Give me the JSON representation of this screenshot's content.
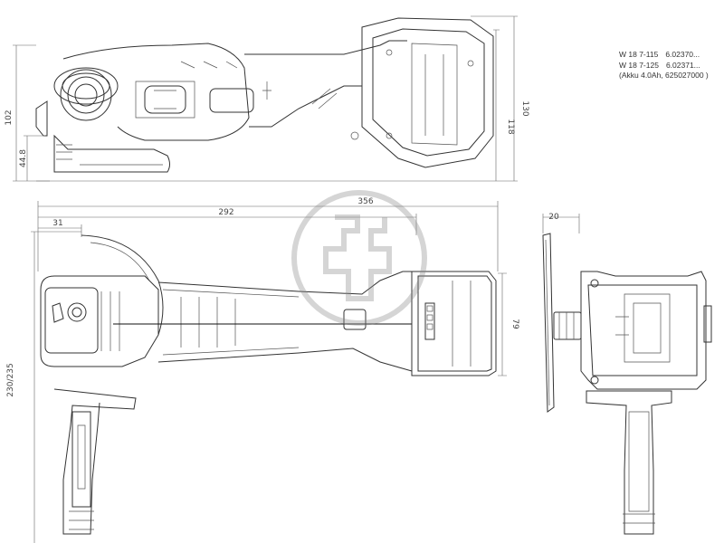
{
  "legend": {
    "rows": [
      {
        "model": "W 18 7-115",
        "code": "6.02370..."
      },
      {
        "model": "W 18 7-125",
        "code": "6.02371..."
      }
    ],
    "battery_note": "(Akku 4.0Ah, 625027000 )"
  },
  "dimensions": {
    "side_height_102": "102",
    "side_height_44_8": "44.8",
    "side_height_118": "118",
    "side_height_130": "130",
    "top_length_356": "356",
    "top_length_292": "292",
    "top_offset_31": "31",
    "top_height_230_235": "230/235",
    "top_width_79": "79",
    "front_width_20": "20"
  },
  "views": [
    "side-view",
    "top-view",
    "front-view"
  ],
  "watermark": "logo-emblem"
}
